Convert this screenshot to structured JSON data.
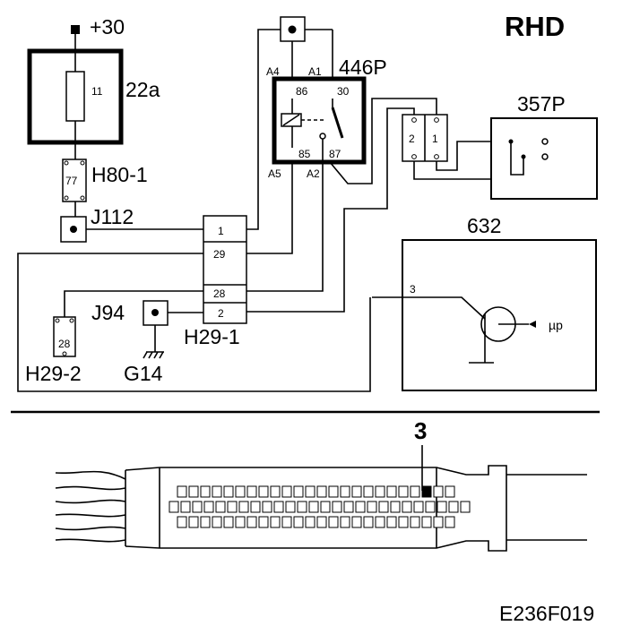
{
  "diagram": {
    "title_tag": "RHD",
    "figure_code": "E236F019",
    "supply_label": "+30",
    "fuse": {
      "name": "22a",
      "rating": "11"
    },
    "connectors": {
      "h80": {
        "name": "H80-1",
        "pin": "77"
      },
      "j112": {
        "name": "J112"
      },
      "h29_1": {
        "name": "H29-1",
        "pins": [
          "1",
          "29",
          "28",
          "2"
        ]
      },
      "h29_2": {
        "name": "H29-2",
        "pin": "28"
      },
      "j94": {
        "name": "J94"
      },
      "g14": {
        "name": "G14"
      }
    },
    "relay": {
      "name": "446P",
      "pins": {
        "p86": "86",
        "p30": "30",
        "p85": "85",
        "p87": "87"
      },
      "terminals": {
        "a4": "A4",
        "a1": "A1",
        "a5": "A5",
        "a2": "A2"
      }
    },
    "component_357p": {
      "name": "357P",
      "pins": [
        "2",
        "1"
      ]
    },
    "ecu": {
      "name": "632",
      "pin": "3",
      "micro_label": "µp"
    },
    "connector_view": {
      "pin_callout": "3"
    }
  }
}
